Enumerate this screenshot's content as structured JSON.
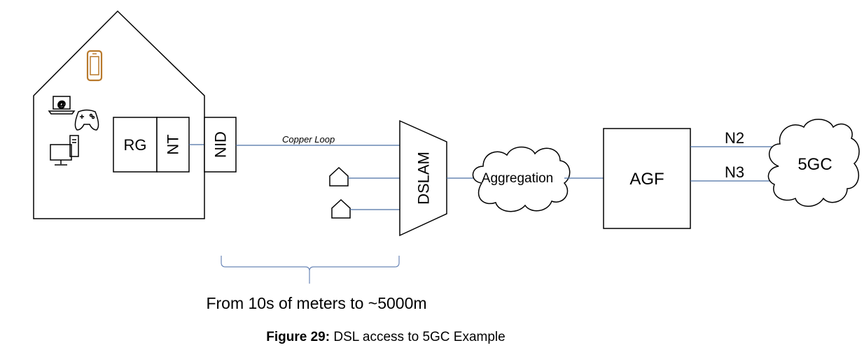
{
  "diagram": {
    "home": {
      "rg_label": "RG",
      "nt_label": "NT",
      "nid_label": "NID",
      "devices": [
        "phone-icon",
        "laptop-icon",
        "gamepad-icon",
        "desktop-icon"
      ],
      "device_color_phone": "#b8792c"
    },
    "copper_loop_label": "Copper Loop",
    "dslam_label": "DSLAM",
    "aggregation_label": "Aggregation",
    "agf_label": "AGF",
    "n2_label": "N2",
    "n3_label": "N3",
    "core_label": "5GC",
    "range_label": "From 10s of meters to ~5000m",
    "line_color": "#4a6fa5",
    "bracket_color": "#6b87b8"
  },
  "caption": {
    "prefix": "Figure 29:",
    "text": " DSL access to 5GC Example"
  }
}
